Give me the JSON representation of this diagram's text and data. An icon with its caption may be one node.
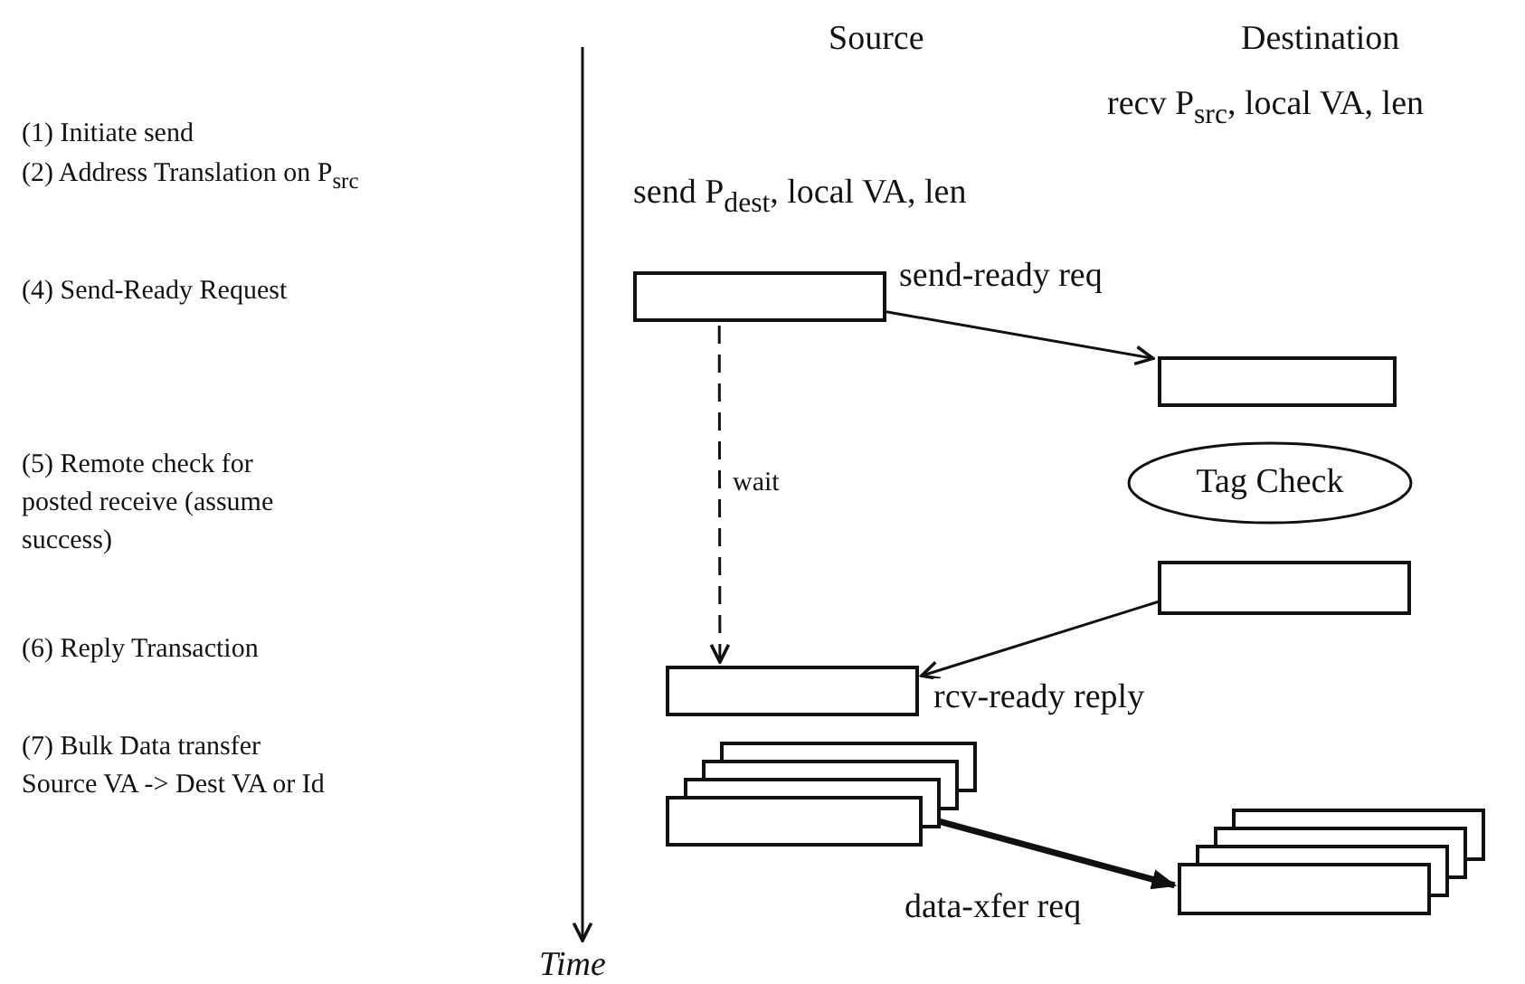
{
  "diagram": {
    "nodes": [
      {
        "text": [],
        "shape": "box"
      },
      {
        "text": [],
        "shape": "box"
      },
      {
        "text": [
          "Tag Check"
        ]
      },
      {
        "text": [],
        "shape": "box"
      },
      {
        "text": [],
        "shape": "box"
      },
      {
        "text": [],
        "shape": "stack"
      },
      {
        "text": [],
        "shape": "stack"
      }
    ],
    "edges": [
      {
        "from": 0,
        "to": 1,
        "arrow": "to",
        "label": "send-ready req"
      },
      {
        "from": 0,
        "to": 4,
        "arrow": "to",
        "label": "wait",
        "style": "dashed"
      },
      {
        "from": 3,
        "to": 4,
        "arrow": "to",
        "label": "rcv-ready reply"
      },
      {
        "from": 5,
        "to": 6,
        "arrow": "to",
        "label": "data-xfer req",
        "style": "thick"
      }
    ],
    "labels": [
      "Source",
      "Destination",
      "recv P$_{src}$, local VA, len",
      "(1) Initiate send",
      "(2) Address Translation on P$_{src}$",
      "send P$_{dest}$, local VA, len",
      "(4) Send-Ready Request",
      "(5) Remote check for posted receive (assume success)",
      "(6) Reply Transaction",
      "(7) Bulk Data transfer Source VA -> Dest VA or Id",
      "Time"
    ]
  }
}
